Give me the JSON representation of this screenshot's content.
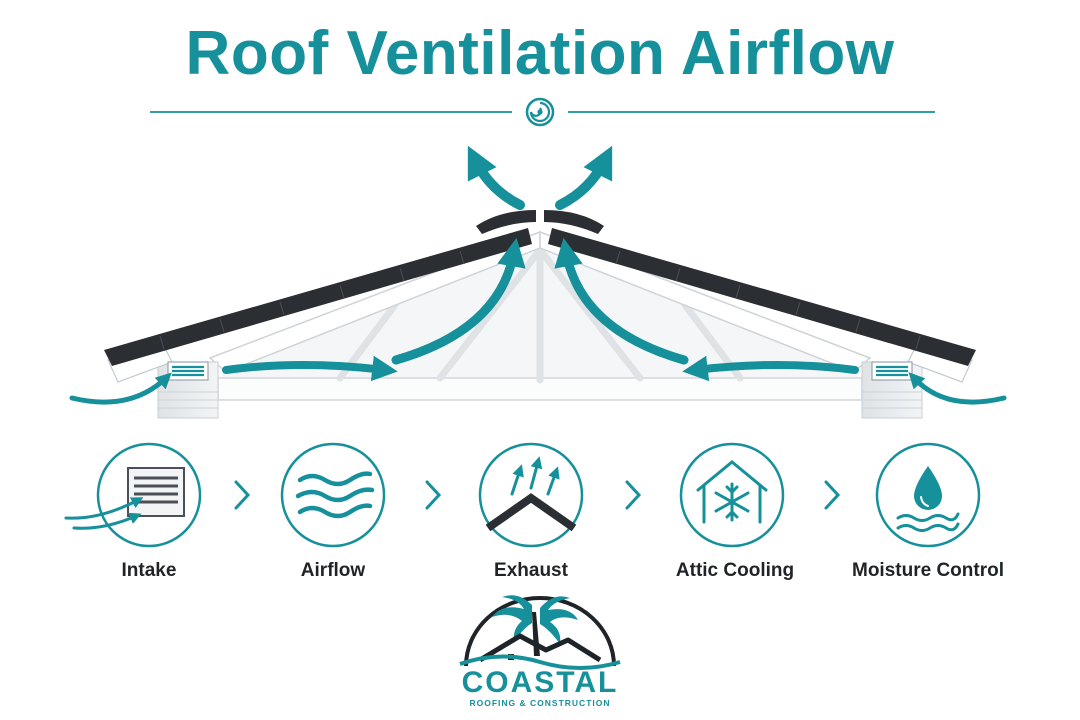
{
  "title": "Roof Ventilation Airflow",
  "steps": [
    {
      "label": "Intake",
      "icon": "intake-vent-icon"
    },
    {
      "label": "Airflow",
      "icon": "airflow-waves-icon"
    },
    {
      "label": "Exhaust",
      "icon": "exhaust-ridge-icon"
    },
    {
      "label": "Attic Cooling",
      "icon": "attic-cooling-icon"
    },
    {
      "label": "Moisture Control",
      "icon": "moisture-drop-icon"
    }
  ],
  "brand": {
    "name": "COASTAL",
    "tagline": "ROOFING & CONSTRUCTION"
  },
  "colors": {
    "accent": "#16909a",
    "roof": "#2b2f33",
    "text": "#1f2428"
  }
}
